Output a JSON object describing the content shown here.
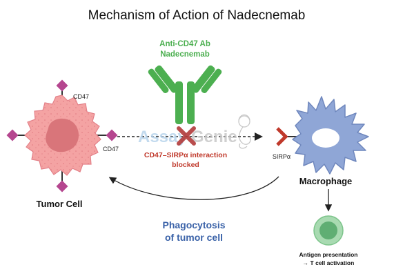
{
  "title": "Mechanism of Action of Nadecnemab",
  "antibody": {
    "line1": "Anti-CD47 Ab",
    "line2": "Nadecnemab",
    "color": "#4caf50"
  },
  "tumor_cell": {
    "label": "Tumor Cell",
    "receptor_label_top": "CD47",
    "receptor_label_right": "CD47",
    "body_color": "#f4a3a3",
    "nucleus_color": "#d9757a",
    "receptor_color": "#b5468f"
  },
  "macrophage": {
    "label": "Macrophage",
    "receptor_label": "SIRPα",
    "body_color": "#8fa6d6",
    "receptor_color": "#c0392b"
  },
  "blocked": {
    "line1": "CD47–SIRPα interaction",
    "line2": "blocked",
    "color": "#c0392b"
  },
  "phagocytosis": {
    "line1": "Phagocytosis",
    "line2": "of tumor cell",
    "color": "#3a62a8"
  },
  "t_cell": {
    "line1": "Antigen presentation",
    "line2": "→ T cell activation",
    "color": "#7cc48a"
  },
  "watermark": {
    "part1": "Assay",
    "part2": "Genie"
  }
}
